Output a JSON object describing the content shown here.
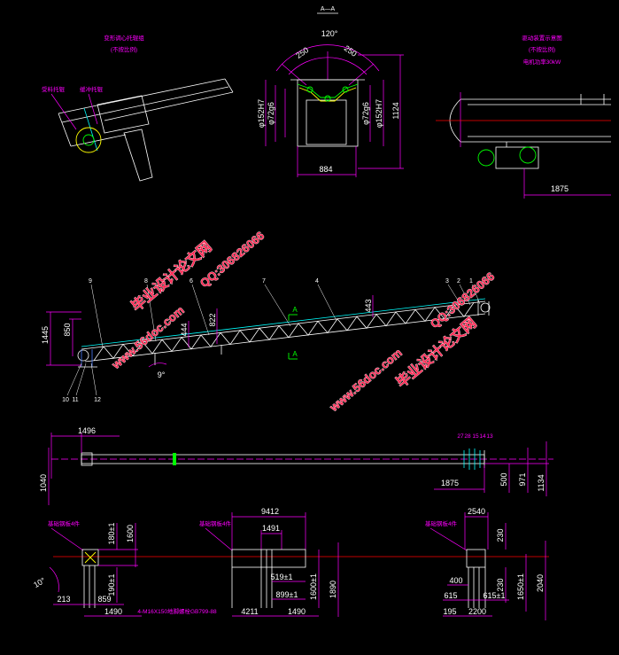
{
  "idler_detail": {
    "title": "变形调心托辊组",
    "note": "(不按比例)",
    "label_left": "受料托辊",
    "label_right": "缓冲托辊"
  },
  "section_aa": {
    "title": "A—A",
    "angle": "120°",
    "arc_left": "250",
    "arc_right": "250",
    "bore_left": "φ152H7",
    "shaft_left": "φ72g6",
    "shaft_right": "φ72g6",
    "bore_right": "φ152H7",
    "height": "1124",
    "width": "884"
  },
  "drive_detail": {
    "title": "驱动装置示意图",
    "note": "(不按比例)",
    "spec": "电机功率30kW",
    "length": "1875"
  },
  "elevation": {
    "part_numbers": [
      "9",
      "8",
      "6",
      "7",
      "4",
      "3",
      "2",
      "1"
    ],
    "tail_parts": [
      "10",
      "11",
      "12"
    ],
    "total_height": "1445",
    "tail_height": "850",
    "dim_a": "444",
    "dim_b": "822",
    "dim_c": "443",
    "section_mark": "A",
    "incline": "9°"
  },
  "plan": {
    "tail_length": "1496",
    "width": "1040",
    "head_length": "1875",
    "dim_a": "500",
    "dim_b": "971",
    "dim_c": "1134",
    "head_parts": [
      "27",
      "28",
      "15",
      "14",
      "13"
    ]
  },
  "foundations": {
    "plate_label": "基础钢板4件",
    "bolt_note": "4-M16X150地脚螺栓GB799-88",
    "left": {
      "top": "180±1",
      "height": "1600",
      "bottom": "190±1",
      "angle": "10°",
      "offset": "859",
      "edge": "213",
      "base": "1490"
    },
    "middle": {
      "span": "9412",
      "spacing": "1491",
      "offset_a": "519±1",
      "offset_b": "899±1",
      "height_a": "1600±1",
      "height_b": "1890",
      "base_left": "4211",
      "base_right": "1490"
    },
    "right": {
      "span": "2540",
      "top": "230",
      "bottom": "230",
      "offset_a": "400",
      "offset_b": "615",
      "offset_c": "615±1",
      "height_a": "1650±1",
      "height_b": "2040",
      "base_left": "195",
      "base_right": "2200"
    }
  },
  "watermark": {
    "site_cn": "毕业设计论文网",
    "url": "www.56doc.com",
    "qq": "QQ:306826066"
  }
}
